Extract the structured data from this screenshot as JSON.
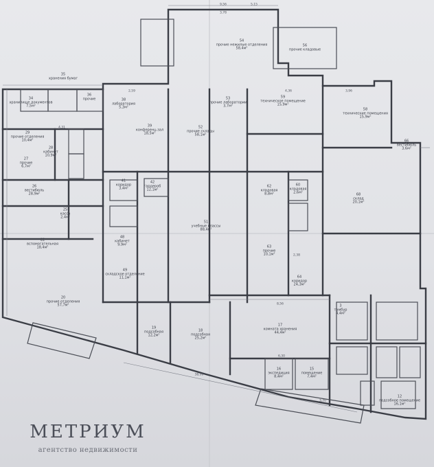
{
  "watermark": {
    "title": "МЕТРИУМ",
    "subtitle": "агентство недвижимости"
  },
  "rooms": [
    {
      "id": "r54",
      "num": "54",
      "name": "прочие нежилые отделения",
      "area": "58,4м²"
    },
    {
      "id": "r56",
      "num": "56",
      "name": "прочие кладовые",
      "area": ""
    },
    {
      "id": "r34",
      "num": "34",
      "name": "хранилище документов",
      "area": "7,5м²"
    },
    {
      "id": "r35",
      "num": "35",
      "name": "хранения бумаг",
      "area": ""
    },
    {
      "id": "r36",
      "num": "36",
      "name": "прочие",
      "area": ""
    },
    {
      "id": "r38",
      "num": "38",
      "name": "лаборатория",
      "area": "5,3м²"
    },
    {
      "id": "r39",
      "num": "39",
      "name": "конференц-зал",
      "area": "18,5м²"
    },
    {
      "id": "r52",
      "num": "52",
      "name": "прочие склады",
      "area": "58,1м²"
    },
    {
      "id": "r53",
      "num": "53",
      "name": "прочие лаборатории",
      "area": "3,7м²"
    },
    {
      "id": "r59",
      "num": "59",
      "name": "техническое помещение",
      "area": "15,9м²"
    },
    {
      "id": "r58",
      "num": "58",
      "name": "технические помещения",
      "area": "15,9м²"
    },
    {
      "id": "r29",
      "num": "29",
      "name": "прочие отделения",
      "area": "10,4м²"
    },
    {
      "id": "r28",
      "num": "28",
      "name": "кабинет",
      "area": "10,9м²"
    },
    {
      "id": "r27",
      "num": "27",
      "name": "прочие",
      "area": "6,7м²"
    },
    {
      "id": "r26",
      "num": "26",
      "name": "вестибюль",
      "area": "28,9м²"
    },
    {
      "id": "r25",
      "num": "25",
      "name": "касса",
      "area": "2,4м²"
    },
    {
      "id": "r22",
      "num": "22",
      "name": "вспомогательная",
      "area": "18,4м²"
    },
    {
      "id": "r20",
      "num": "20",
      "name": "прочие отделения",
      "area": "57,7м²"
    },
    {
      "id": "r41",
      "num": "41",
      "name": "коридор",
      "area": "3,4м²"
    },
    {
      "id": "r42",
      "num": "42",
      "name": "гардероб",
      "area": "12,1м²"
    },
    {
      "id": "r48",
      "num": "48",
      "name": "кабинет",
      "area": "9,9м²"
    },
    {
      "id": "r49",
      "num": "49",
      "name": "складское отделение",
      "area": "11,1м²"
    },
    {
      "id": "r51",
      "num": "51",
      "name": "учебные классы",
      "area": "88,4м²"
    },
    {
      "id": "r60",
      "num": "60",
      "name": "кладовая",
      "area": "2,6м²"
    },
    {
      "id": "r62",
      "num": "62",
      "name": "кладовая",
      "area": "8,8м²"
    },
    {
      "id": "r63",
      "num": "63",
      "name": "прочие",
      "area": "10,1м²"
    },
    {
      "id": "r64",
      "num": "64",
      "name": "коридор",
      "area": "24,3м²"
    },
    {
      "id": "r66",
      "num": "66",
      "name": "вестибюль",
      "area": "3,6м²"
    },
    {
      "id": "r68",
      "num": "68",
      "name": "склад",
      "area": "20,1м²"
    },
    {
      "id": "r17",
      "num": "17",
      "name": "комната хранения",
      "area": "44,4м²"
    },
    {
      "id": "r18",
      "num": "18",
      "name": "подсобная",
      "area": "25,2м²"
    },
    {
      "id": "r19",
      "num": "19",
      "name": "подсобная",
      "area": "12,2м²"
    },
    {
      "id": "r16",
      "num": "16",
      "name": "экспедиция",
      "area": "8,4м²"
    },
    {
      "id": "r15",
      "num": "15",
      "name": "помещение",
      "area": "7,4м²"
    },
    {
      "id": "r12",
      "num": "12",
      "name": "подсобное помещение",
      "area": "16,1м²"
    },
    {
      "id": "r3",
      "num": "3",
      "name": "тамбур",
      "area": "4,4м²"
    }
  ],
  "dimensions": [
    {
      "id": "d1",
      "text": "9,56"
    },
    {
      "id": "d2",
      "text": "3,78"
    },
    {
      "id": "d3",
      "text": "5,15"
    },
    {
      "id": "d4",
      "text": "2,59"
    },
    {
      "id": "d5",
      "text": "4,31"
    },
    {
      "id": "d6",
      "text": "4,36"
    },
    {
      "id": "d7",
      "text": "8,56"
    },
    {
      "id": "d8",
      "text": "3,96"
    },
    {
      "id": "d9",
      "text": "2,38"
    },
    {
      "id": "d10",
      "text": "6,30"
    },
    {
      "id": "d11",
      "text": "3,70"
    },
    {
      "id": "d12",
      "text": "38,99"
    }
  ]
}
